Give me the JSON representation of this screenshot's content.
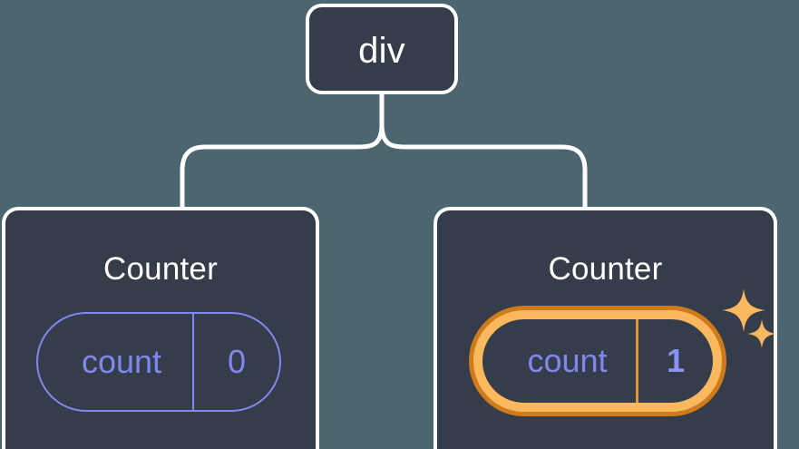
{
  "diagram": {
    "title": "component-tree-counter-state",
    "background_color": "#4c6670",
    "node_fill": "#353c4a",
    "node_border": "#ffffff",
    "accent_purple": "#8088f0",
    "accent_orange_dark": "#cf7a1b",
    "accent_orange_light": "#fab95e",
    "edge_color": "#ffffff"
  },
  "root": {
    "label": "div"
  },
  "children": [
    {
      "label": "Counter",
      "state": {
        "key": "count",
        "value": "0"
      },
      "highlighted": false
    },
    {
      "label": "Counter",
      "state": {
        "key": "count",
        "value": "1"
      },
      "highlighted": true,
      "sparkles": [
        "sparkle-large",
        "sparkle-small"
      ]
    }
  ]
}
